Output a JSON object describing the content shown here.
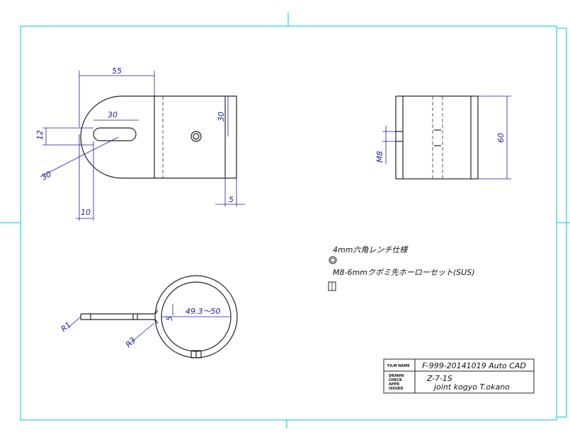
{
  "top_view": {
    "dims": {
      "width_55": "55",
      "slot_30": "30",
      "height_30": "30",
      "slot_12": "12",
      "radius_30": "30",
      "offset_10": "10",
      "thickness_5": "5"
    }
  },
  "side_view": {
    "dims": {
      "thread_m8": "M8",
      "height_60": "60"
    }
  },
  "bottom_view": {
    "dims": {
      "r1": "R1",
      "r3": "R3",
      "gap_5": "5",
      "dia": "49.3～50"
    }
  },
  "notes": {
    "wrench": "4mm六角レンチ仕様",
    "setscrew": "M8-6mmクボミ先ホーローセット(SUS)"
  },
  "title_block": {
    "film_name_label": "FILM NAME",
    "film_name_value": "F-999-20141019 Auto CAD",
    "drawn_label": "DRAWN",
    "check_label": "CHECK",
    "appr_label": "APPR",
    "issued_label": "ISSUED",
    "part_no": "Z-7-1S",
    "company": "joint kogyo T.okano"
  }
}
